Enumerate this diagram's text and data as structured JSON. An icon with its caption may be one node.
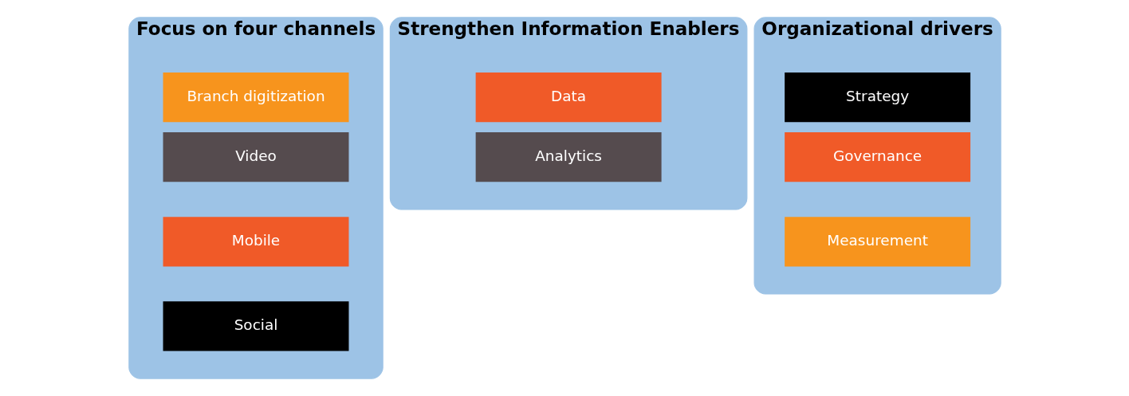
{
  "diagram": {
    "nodes": [
      {
        "text": [
          "Focus on four channels"
        ]
      },
      {
        "text": [
          "Branch digitization"
        ],
        "in": 0
      },
      {
        "text": [
          "Video"
        ],
        "in": 0
      },
      {
        "text": [
          "Mobile"
        ],
        "in": 0
      },
      {
        "text": [
          "Social"
        ],
        "in": 0
      },
      {
        "text": [
          "Strengthen Information Enablers"
        ]
      },
      {
        "text": [
          "Data"
        ],
        "in": 5
      },
      {
        "text": [
          "Analytics"
        ],
        "in": 5
      },
      {
        "text": [
          "Organizational drivers"
        ]
      },
      {
        "text": [
          "Strategy"
        ],
        "in": 8
      },
      {
        "text": [
          "Governance"
        ],
        "in": 8
      },
      {
        "text": [
          "Measurement"
        ],
        "in": 8
      }
    ],
    "edges": []
  }
}
